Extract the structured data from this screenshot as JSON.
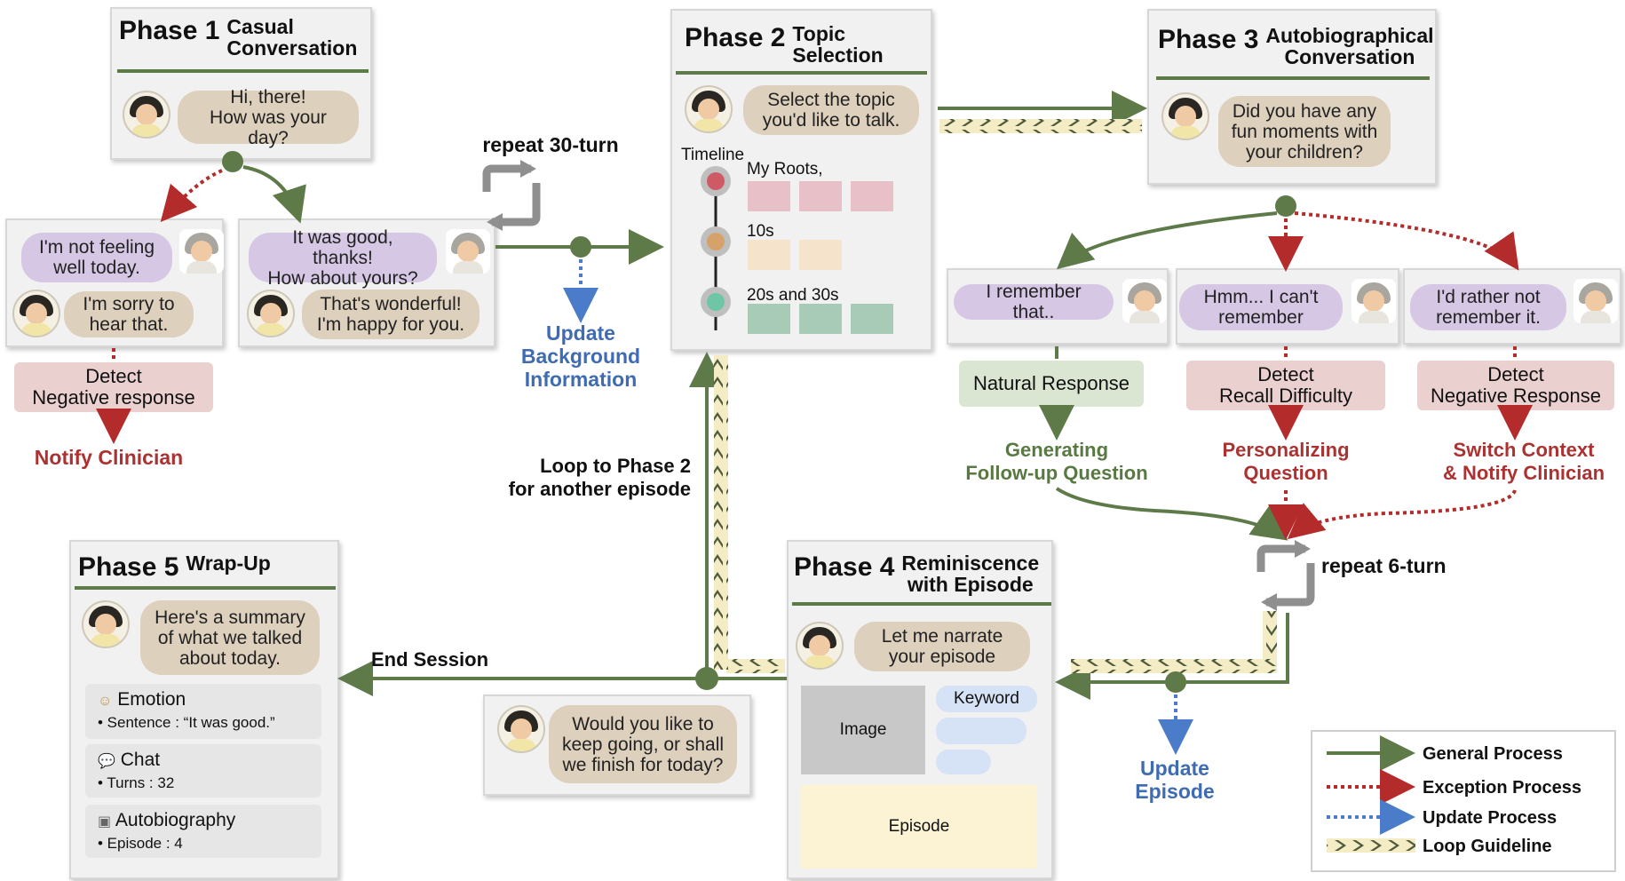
{
  "phase1": {
    "num": "Phase 1",
    "title_l1": "Casual",
    "title_l2": "Conversation",
    "bot_greeting": [
      "Hi, there!",
      "How was your day?"
    ],
    "neg_user": [
      "I'm not feeling",
      "well today."
    ],
    "neg_bot": [
      "I'm sorry to",
      "hear that."
    ],
    "pos_user": [
      "It was good, thanks!",
      "How about yours?"
    ],
    "pos_bot": [
      "That's wonderful!",
      "I'm happy for you."
    ],
    "detect": [
      "Detect",
      "Negative response"
    ],
    "notify": "Notify Clinician",
    "repeat": "repeat 30-turn",
    "update": [
      "Update",
      "Background",
      "Information"
    ]
  },
  "phase2": {
    "num": "Phase 2",
    "title_l1": "Topic",
    "title_l2": "Selection",
    "bot": [
      "Select the topic",
      "you'd like to talk."
    ],
    "timeline": "Timeline",
    "periods": [
      "My Roots,",
      "10s",
      "20s and 30s"
    ]
  },
  "phase3": {
    "num": "Phase 3",
    "title_l1": "Autobiographical",
    "title_l2": "Conversation",
    "bot": [
      "Did you have any",
      "fun moments with",
      "your children?"
    ],
    "branches": [
      {
        "user": [
          "I remember that.."
        ],
        "action": [
          "Natural Response"
        ],
        "result": [
          "Generating",
          "Follow-up Question"
        ]
      },
      {
        "user": [
          "Hmm... I can't",
          "remember"
        ],
        "action": [
          "Detect",
          "Recall Difficulty"
        ],
        "result": [
          "Personalizing",
          "Question"
        ]
      },
      {
        "user": [
          "I'd rather not",
          "remember it."
        ],
        "action": [
          "Detect",
          "Negative Response"
        ],
        "result": [
          "Switch Context",
          "& Notify Clinician"
        ]
      }
    ],
    "repeat": "repeat 6-turn"
  },
  "phase4": {
    "num": "Phase 4",
    "title_l1": "Reminiscence",
    "title_l2": "with Episode",
    "bot": [
      "Let me narrate",
      "your episode"
    ],
    "image": "Image",
    "keyword": "Keyword",
    "episode": "Episode",
    "update": [
      "Update",
      "Episode"
    ]
  },
  "loop": {
    "label": [
      "Loop to Phase 2",
      "for another episode"
    ],
    "question": [
      "Would you like to",
      "keep going, or shall",
      "we finish for today?"
    ]
  },
  "end_session": "End Session",
  "phase5": {
    "num": "Phase 5",
    "title_l1": "Wrap-Up",
    "bot": [
      "Here's a summary",
      "of what we talked",
      "about today."
    ],
    "summary": [
      {
        "icon": "emotion-icon",
        "head": "Emotion",
        "sub": "• Sentence : “It was good.”"
      },
      {
        "icon": "chat-icon",
        "head": "Chat",
        "sub": "• Turns : 32"
      },
      {
        "icon": "book-icon",
        "head": "Autobiography",
        "sub": "• Episode : 4"
      }
    ]
  },
  "legend": [
    {
      "label": "General Process",
      "color": "#5e7a49"
    },
    {
      "label": "Exception Process",
      "color": "#b32b2b"
    },
    {
      "label": "Update Process",
      "color": "#4a7cc9"
    },
    {
      "label": "Loop Guideline",
      "color": "#4f5a3c"
    }
  ],
  "colors": {
    "green": "#5e7a49",
    "red": "#b32b2b",
    "blue": "#4a7cc9",
    "card": "#f1f1f1",
    "bubble_tan": "#ddd0bd",
    "bubble_lav": "#d6c7e5"
  }
}
